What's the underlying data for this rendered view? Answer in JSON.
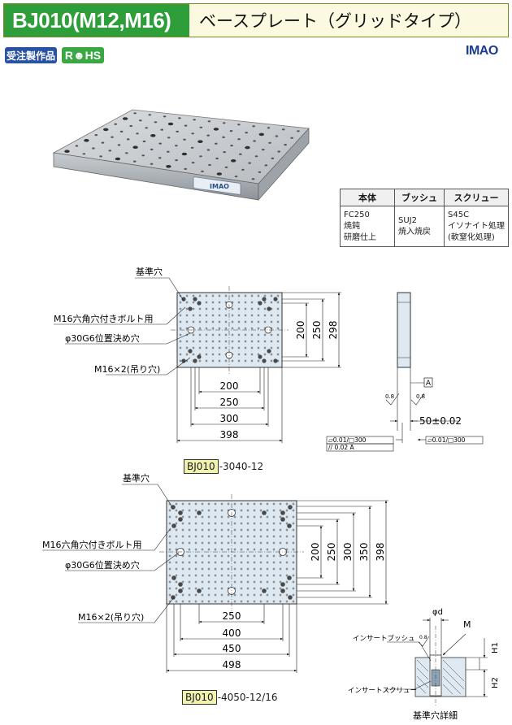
{
  "header": {
    "model": "BJ010(M12,M16)",
    "title": "ベースプレート（グリッドタイプ）"
  },
  "badges": {
    "made_to_order": "受注製作品",
    "rohs": "R☻HS"
  },
  "brand": "IMAO",
  "product_photo": {
    "label": "IMAO"
  },
  "materials": {
    "headers": [
      "本体",
      "ブッシュ",
      "スクリュー"
    ],
    "cells": [
      [
        "FC250",
        "焼鈍",
        "研磨仕上"
      ],
      [
        "SUJ2",
        "焼入焼戻"
      ],
      [
        "S45C",
        "イソナイト処理",
        "(軟窒化処理)"
      ]
    ]
  },
  "drawing1": {
    "callouts": {
      "ref_hole": "基準穴",
      "bolt": "M16六角穴付きボルト用",
      "locating": "φ30G6位置決め穴",
      "lifting": "M16×2(吊り穴)"
    },
    "dims_h": [
      "200",
      "250",
      "300",
      "398"
    ],
    "dims_v": [
      "200",
      "250",
      "298"
    ],
    "side": {
      "datum": "A",
      "thickness": "50±0.02",
      "tol_left_1": "▱0.01/□300",
      "tol_left_2": "// 0.02 A",
      "tol_right": "▱0.01/□300",
      "finish": "0.8"
    },
    "caption_box": "BJ010",
    "caption_suffix": "-3040-12"
  },
  "drawing2": {
    "callouts": {
      "ref_hole": "基準穴",
      "bolt": "M16六角穴付きボルト用",
      "locating": "φ30G6位置決め穴",
      "lifting": "M16×2(吊り穴)"
    },
    "dims_h": [
      "250",
      "400",
      "450",
      "498"
    ],
    "dims_v": [
      "200",
      "250",
      "300",
      "350",
      "398"
    ],
    "caption_box": "BJ010",
    "caption_suffix": "-4050-12/16"
  },
  "detail": {
    "phi_d": "φd",
    "m": "M",
    "h1": "H1",
    "h2": "H2",
    "bushing": "インサートブッシュ",
    "screw": "インサートスクリュー",
    "caption": "基準穴詳細",
    "finish": "0.8"
  }
}
